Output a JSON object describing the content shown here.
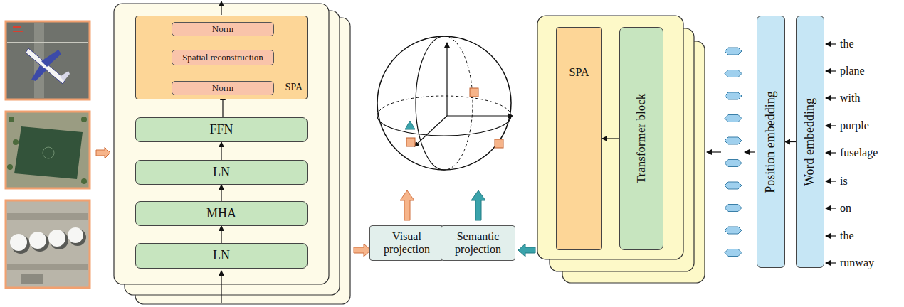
{
  "diagram": {
    "nodes": [
      {
        "text": [
          "SPA"
        ]
      },
      {
        "text": [
          "Norm"
        ],
        "in": 0
      },
      {
        "text": [
          "Spatial reconstruction"
        ],
        "in": 0
      },
      {
        "text": [
          "Norm"
        ],
        "in": 0
      },
      {
        "text": [
          "FFN"
        ]
      },
      {
        "text": [
          "LN"
        ]
      },
      {
        "text": [
          "MHA"
        ]
      },
      {
        "text": [
          "LN"
        ]
      },
      {
        "text": [
          "Visual projection"
        ]
      },
      {
        "text": [
          "Semantic projection"
        ]
      },
      {
        "text": [
          "SPA"
        ]
      },
      {
        "text": [
          "Transformer block"
        ]
      },
      {
        "text": [
          "Position embedding"
        ]
      },
      {
        "text": [
          "Word embedding"
        ]
      }
    ],
    "edges": [
      {
        "from": 7,
        "to": 6,
        "arrow": "to"
      },
      {
        "from": 6,
        "to": 5,
        "arrow": "to"
      },
      {
        "from": 5,
        "to": 4,
        "arrow": "to"
      },
      {
        "from": 4,
        "to": 3,
        "arrow": "to"
      },
      {
        "from": 3,
        "to": 2,
        "arrow": "to"
      },
      {
        "from": 2,
        "to": 1,
        "arrow": "to"
      },
      {
        "from": 11,
        "to": 10,
        "arrow": "to"
      },
      {
        "from": 13,
        "to": 12,
        "arrow": "to"
      }
    ],
    "labels": [
      "the",
      "plane",
      "with",
      "purple",
      "fuselage",
      "is",
      "on",
      "the",
      "runway"
    ]
  }
}
